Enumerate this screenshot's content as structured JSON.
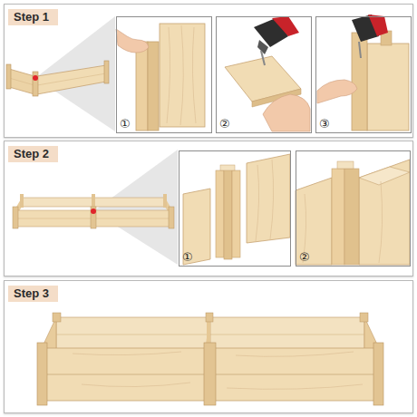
{
  "diagram": {
    "nodes": [
      {
        "text": [
          "Step 1"
        ]
      },
      {
        "text": [
          "①"
        ],
        "in": 0
      },
      {
        "text": [
          "②"
        ],
        "in": 0
      },
      {
        "text": [
          "③"
        ],
        "in": 0
      },
      {
        "text": [
          "Step 2"
        ]
      },
      {
        "text": [
          "①"
        ],
        "in": 4
      },
      {
        "text": [
          "②"
        ],
        "in": 4
      },
      {
        "text": [
          "Step 3"
        ]
      }
    ]
  }
}
